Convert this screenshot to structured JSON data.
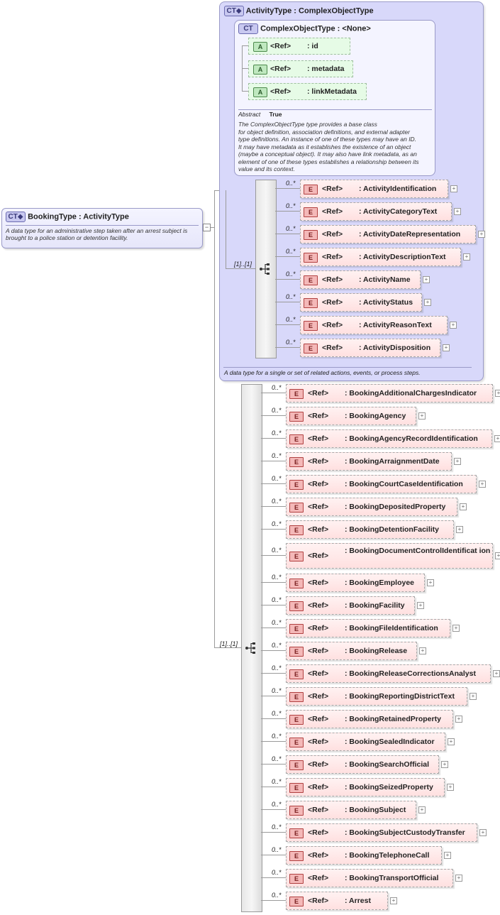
{
  "booking_type": {
    "badge": "CT◆",
    "name": "BookingType",
    "separator": " : ",
    "base": "ActivityType",
    "doc_line1": "A data type for an administrative step taken after an arrest subject is",
    "doc_line2": "brought to a police station or detention facility."
  },
  "activity_type": {
    "badge": "CT◆",
    "name": "ActivityType",
    "separator": " : ",
    "base": "ComplexObjectType",
    "doc": "A data type for a single or set of related actions, events, or process steps."
  },
  "complex_object_type": {
    "badge": "CT",
    "name": "ComplexObjectType",
    "separator": " : ",
    "base": "<None>",
    "abstract_label": "Abstract",
    "abstract_value": "True",
    "doc_lines": [
      "The ComplexObjectType type provides a base class",
      "for object definition, association definitions, and external adapter",
      "type definitions. An instance of one of these types may have an ID.",
      "It may have metadata as it establishes the existence of an object",
      "(maybe a conceptual object). It may also have link metadata, as an",
      "element of one of these types establishes a relationship between its",
      "value and its context."
    ],
    "attributes": [
      {
        "badge": "A",
        "ref": "<Ref>",
        "name": ": id"
      },
      {
        "badge": "A",
        "ref": "<Ref>",
        "name": ": metadata"
      },
      {
        "badge": "A",
        "ref": "<Ref>",
        "name": ": linkMetadata"
      }
    ]
  },
  "activity_sequence": {
    "cardinality": "[1]..[1]",
    "elements": [
      {
        "badge": "E",
        "occ": "0..*",
        "ref": "<Ref>",
        "name": ": ActivityIdentification"
      },
      {
        "badge": "E",
        "occ": "0..*",
        "ref": "<Ref>",
        "name": ": ActivityCategoryText"
      },
      {
        "badge": "E",
        "occ": "0..*",
        "ref": "<Ref>",
        "name": ": ActivityDateRepresentation"
      },
      {
        "badge": "E",
        "occ": "0..*",
        "ref": "<Ref>",
        "name": ": ActivityDescriptionText"
      },
      {
        "badge": "E",
        "occ": "0..*",
        "ref": "<Ref>",
        "name": ": ActivityName"
      },
      {
        "badge": "E",
        "occ": "0..*",
        "ref": "<Ref>",
        "name": ": ActivityStatus"
      },
      {
        "badge": "E",
        "occ": "0..*",
        "ref": "<Ref>",
        "name": ": ActivityReasonText"
      },
      {
        "badge": "E",
        "occ": "0..*",
        "ref": "<Ref>",
        "name": ": ActivityDisposition"
      }
    ]
  },
  "booking_sequence": {
    "cardinality": "[1]..[1]",
    "elements": [
      {
        "badge": "E",
        "occ": "0..*",
        "ref": "<Ref>",
        "name": ": BookingAdditionalChargesIndicator"
      },
      {
        "badge": "E",
        "occ": "0..*",
        "ref": "<Ref>",
        "name": ": BookingAgency"
      },
      {
        "badge": "E",
        "occ": "0..*",
        "ref": "<Ref>",
        "name": ": BookingAgencyRecordIdentification"
      },
      {
        "badge": "E",
        "occ": "0..*",
        "ref": "<Ref>",
        "name": ": BookingArraignmentDate"
      },
      {
        "badge": "E",
        "occ": "0..*",
        "ref": "<Ref>",
        "name": ": BookingCourtCaseIdentification"
      },
      {
        "badge": "E",
        "occ": "0..*",
        "ref": "<Ref>",
        "name": ": BookingDepositedProperty"
      },
      {
        "badge": "E",
        "occ": "0..*",
        "ref": "<Ref>",
        "name": ": BookingDetentionFacility"
      },
      {
        "badge": "E",
        "occ": "0..*",
        "ref": "<Ref>",
        "name": ": BookingDocumentControlIdentificat ion"
      },
      {
        "badge": "E",
        "occ": "0..*",
        "ref": "<Ref>",
        "name": ": BookingEmployee"
      },
      {
        "badge": "E",
        "occ": "0..*",
        "ref": "<Ref>",
        "name": ": BookingFacility"
      },
      {
        "badge": "E",
        "occ": "0..*",
        "ref": "<Ref>",
        "name": ": BookingFileIdentification"
      },
      {
        "badge": "E",
        "occ": "0..*",
        "ref": "<Ref>",
        "name": ": BookingRelease"
      },
      {
        "badge": "E",
        "occ": "0..*",
        "ref": "<Ref>",
        "name": ": BookingReleaseCorrectionsAnalyst"
      },
      {
        "badge": "E",
        "occ": "0..*",
        "ref": "<Ref>",
        "name": ": BookingReportingDistrictText"
      },
      {
        "badge": "E",
        "occ": "0..*",
        "ref": "<Ref>",
        "name": ": BookingRetainedProperty"
      },
      {
        "badge": "E",
        "occ": "0..*",
        "ref": "<Ref>",
        "name": ": BookingSealedIndicator"
      },
      {
        "badge": "E",
        "occ": "0..*",
        "ref": "<Ref>",
        "name": ": BookingSearchOfficial"
      },
      {
        "badge": "E",
        "occ": "0..*",
        "ref": "<Ref>",
        "name": ": BookingSeizedProperty"
      },
      {
        "badge": "E",
        "occ": "0..*",
        "ref": "<Ref>",
        "name": ": BookingSubject"
      },
      {
        "badge": "E",
        "occ": "0..*",
        "ref": "<Ref>",
        "name": ": BookingSubjectCustodyTransfer"
      },
      {
        "badge": "E",
        "occ": "0..*",
        "ref": "<Ref>",
        "name": ": BookingTelephoneCall"
      },
      {
        "badge": "E",
        "occ": "0..*",
        "ref": "<Ref>",
        "name": ": BookingTransportOfficial"
      },
      {
        "badge": "E",
        "occ": "0..*",
        "ref": "<Ref>",
        "name": ": Arrest"
      }
    ]
  },
  "icons": {
    "expand": "+",
    "collapse": "−"
  }
}
